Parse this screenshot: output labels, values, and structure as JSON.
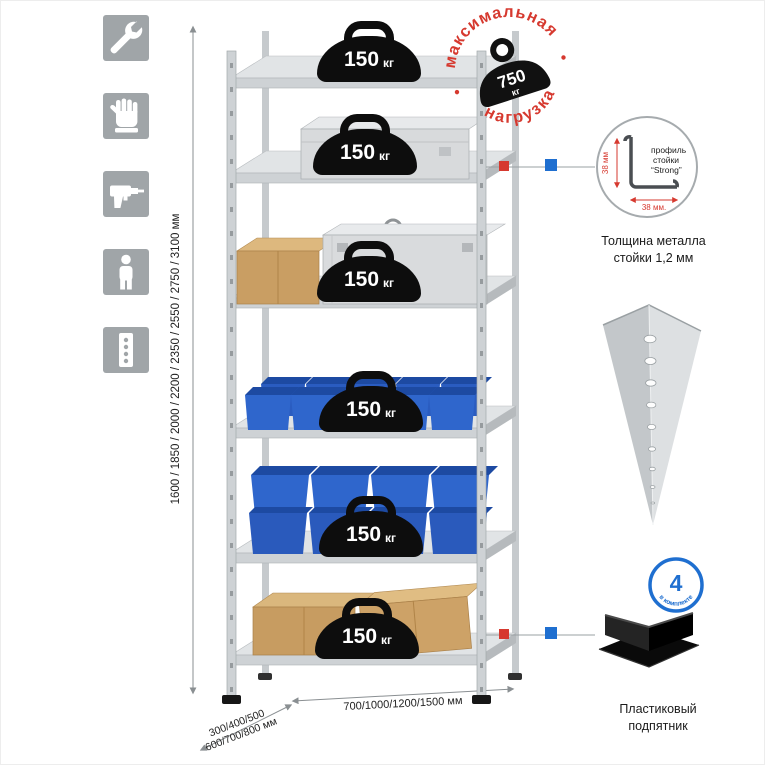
{
  "page": {
    "background": "#ffffff"
  },
  "sidebar": {
    "icons": [
      {
        "name": "wrench-icon"
      },
      {
        "name": "glove-icon"
      },
      {
        "name": "drill-icon"
      },
      {
        "name": "person-icon"
      },
      {
        "name": "perforated-profile-icon"
      }
    ]
  },
  "rack": {
    "shelf_count": 6,
    "shelf_load": {
      "value": "150",
      "unit": "кг"
    },
    "height_label": "1600 / 1850 / 2000 / 2200 / 2350 / 2550 / 2750 / 3100 мм",
    "width_label": "700/1000/1200/1500 мм",
    "depth_label": "300/400/500\n600/700/800 мм"
  },
  "stamp": {
    "top_text": "максимальная",
    "bottom_text": "нагрузка",
    "value": "750",
    "unit": "кг"
  },
  "profile_callout": {
    "dim_vertical": "38 мм",
    "dim_horizontal": "38 мм.",
    "label_lines": [
      "профиль",
      "стойки",
      "“Strong”"
    ],
    "caption": "Толщина металла\nстойки 1,2 мм"
  },
  "foot_callout": {
    "badge_value": "4",
    "badge_text": "в комплекте",
    "caption": "Пластиковый\nподпятник"
  },
  "colors": {
    "accent_red": "#d6392f",
    "accent_blue": "#1f6fd0",
    "bin_blue": "#2f66cc",
    "metal_gray": "#ced2d5",
    "cardboard": "#c99e63",
    "weight_black": "#0d0d0d"
  }
}
